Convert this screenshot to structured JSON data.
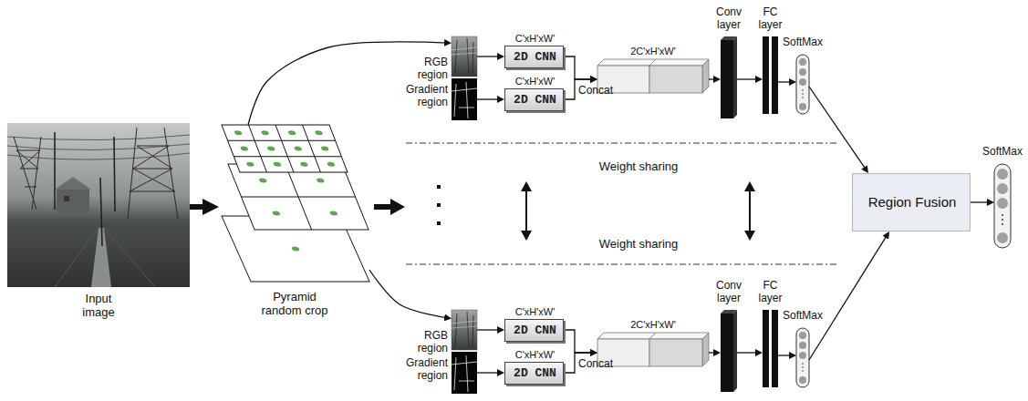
{
  "diagram": {
    "nodes": [
      {
        "text": [
          "Input image"
        ]
      },
      {
        "text": [
          "Pyramid random crop"
        ]
      },
      {
        "text": [
          "RGB region"
        ]
      },
      {
        "text": [
          "Gradient region"
        ]
      },
      {
        "text": [
          "C'xH'xW'",
          "2D CNN"
        ]
      },
      {
        "text": [
          "C'xH'xW'",
          "2D CNN"
        ]
      },
      {
        "text": [
          "2C'xH'xW'"
        ]
      },
      {
        "text": [
          "Conv layer"
        ]
      },
      {
        "text": [
          "FC layer"
        ]
      },
      {
        "text": [
          "SoftMax"
        ]
      },
      {
        "text": [
          "RGB region"
        ]
      },
      {
        "text": [
          "Gradient region"
        ]
      },
      {
        "text": [
          "C'xH'xW'",
          "2D CNN"
        ]
      },
      {
        "text": [
          "C'xH'xW'",
          "2D CNN"
        ]
      },
      {
        "text": [
          "2C'xH'xW'"
        ]
      },
      {
        "text": [
          "Conv layer"
        ]
      },
      {
        "text": [
          "FC layer"
        ]
      },
      {
        "text": [
          "SoftMax"
        ]
      },
      {
        "text": [
          "Region Fusion"
        ]
      },
      {
        "text": [
          "SoftMax"
        ]
      }
    ],
    "edges": [
      {
        "from": 0,
        "to": 1,
        "arrow": "to"
      },
      {
        "from": 1,
        "to": 2,
        "arrow": "to"
      },
      {
        "from": 1,
        "to": 10,
        "arrow": "to"
      },
      {
        "from": 2,
        "to": 4,
        "arrow": "to"
      },
      {
        "from": 3,
        "to": 5,
        "arrow": "to"
      },
      {
        "from": 4,
        "to": 6,
        "arrow": "to"
      },
      {
        "from": 5,
        "to": 6,
        "arrow": "to"
      },
      {
        "from": 6,
        "to": 7,
        "arrow": "to"
      },
      {
        "from": 7,
        "to": 8,
        "arrow": "to"
      },
      {
        "from": 8,
        "to": 9,
        "arrow": "to"
      },
      {
        "from": 9,
        "to": 18,
        "arrow": "to"
      },
      {
        "from": 10,
        "to": 12,
        "arrow": "to"
      },
      {
        "from": 11,
        "to": 13,
        "arrow": "to"
      },
      {
        "from": 12,
        "to": 14,
        "arrow": "to"
      },
      {
        "from": 13,
        "to": 14,
        "arrow": "to"
      },
      {
        "from": 14,
        "to": 15,
        "arrow": "to"
      },
      {
        "from": 15,
        "to": 16,
        "arrow": "to"
      },
      {
        "from": 16,
        "to": 17,
        "arrow": "to"
      },
      {
        "from": 17,
        "to": 18,
        "arrow": "to"
      },
      {
        "from": 18,
        "to": 19,
        "arrow": "to"
      }
    ],
    "labels": [
      "Concat",
      "Weight sharing",
      "Weight sharing",
      "Concat"
    ]
  }
}
